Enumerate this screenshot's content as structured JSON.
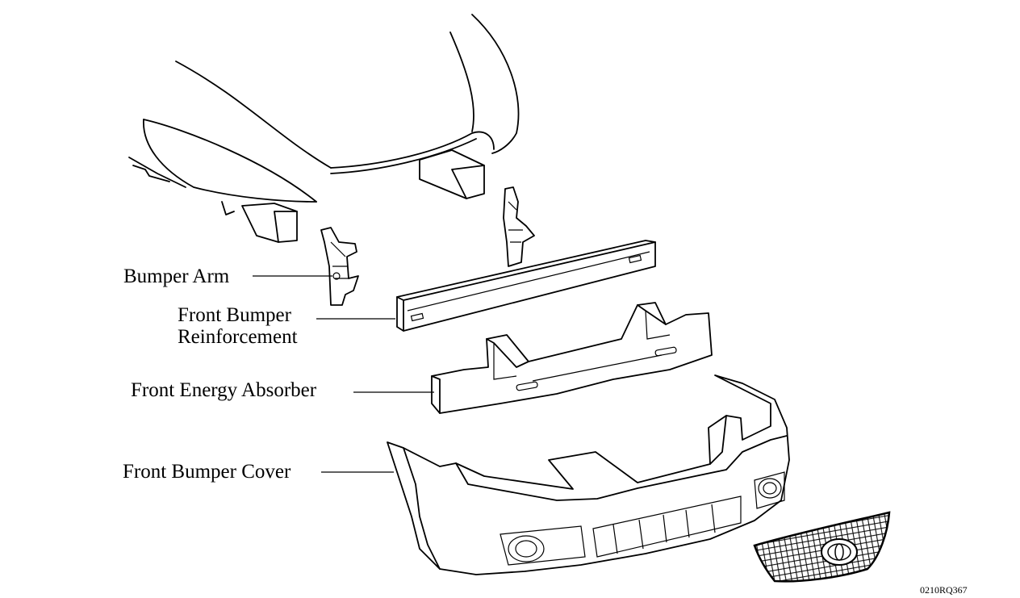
{
  "labels": {
    "bumper_arm": "Bumper Arm",
    "reinforcement_line1": "Front Bumper",
    "reinforcement_line2": "Reinforcement",
    "energy_absorber": "Front Energy Absorber",
    "bumper_cover": "Front Bumper Cover"
  },
  "figure_code": "0210RQ367"
}
